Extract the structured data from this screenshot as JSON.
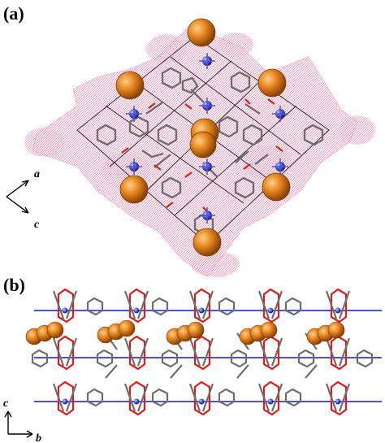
{
  "figure": {
    "panels": [
      {
        "label": "(a)",
        "axes": {
          "a": "a",
          "c": "c"
        }
      },
      {
        "label": "(b)",
        "axes": {
          "c": "c",
          "b": "b"
        }
      }
    ]
  },
  "colors": {
    "surface": "#f08aa8",
    "guest": "#e07a1a",
    "framework": "#6e6e6e",
    "oxygen": "#d42020",
    "nitrogen": "#5050d8",
    "metal": "#3a4fc8"
  }
}
